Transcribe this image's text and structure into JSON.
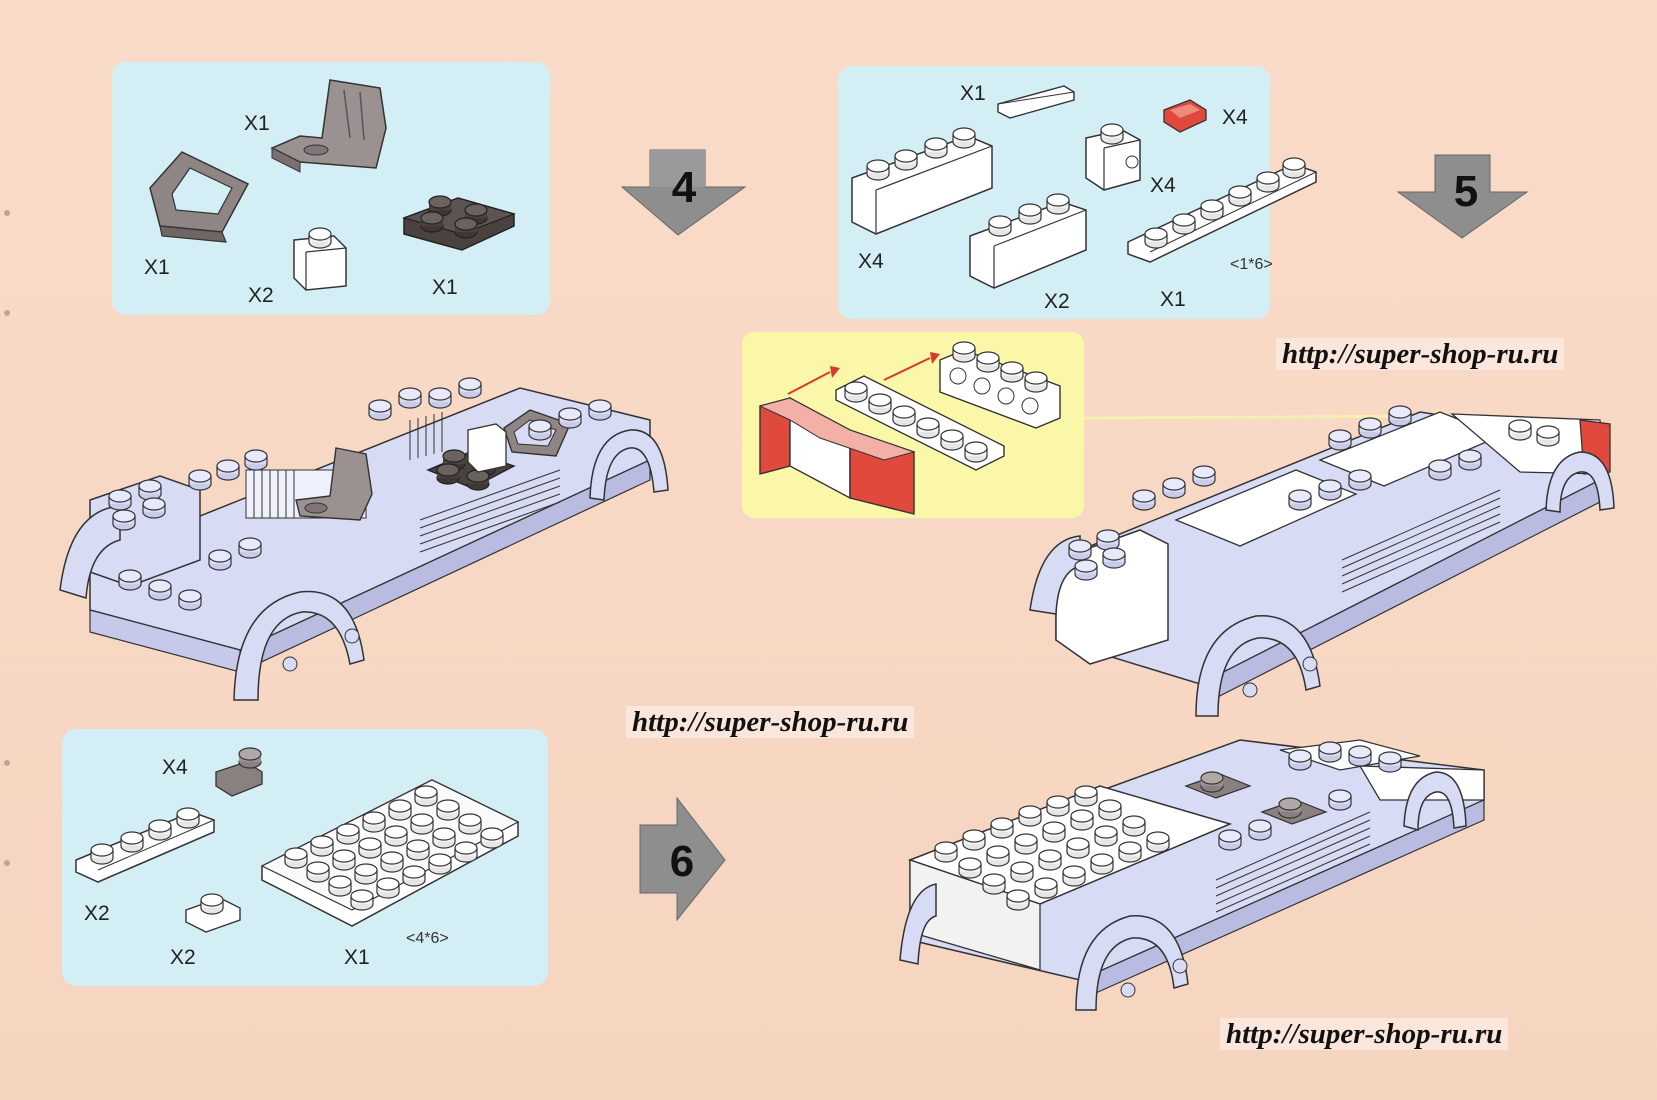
{
  "steps": {
    "step4": {
      "number": "4"
    },
    "step5": {
      "number": "5"
    },
    "step6": {
      "number": "6"
    }
  },
  "parts_box_4": {
    "qty_seat": "X1",
    "qty_windshield": "X1",
    "qty_brick_1x1": "X2",
    "qty_plate_2x2": "X1"
  },
  "parts_box_5": {
    "qty_tile": "X1",
    "qty_red_tile": "X4",
    "qty_brick_1x4": "X4",
    "qty_side_stud": "X4",
    "qty_brick_1x3": "X2",
    "qty_plate_1x6": "X1",
    "dim_plate": "<1*6>"
  },
  "parts_box_6": {
    "qty_clip": "X4",
    "qty_plate_1x4": "X2",
    "qty_plate_1x1": "X2",
    "qty_plate_4x6": "X1",
    "dim_plate": "<4*6>"
  },
  "watermarks": {
    "top_right": "http://super-shop-ru.ru",
    "middle": "http://super-shop-ru.ru",
    "bottom_right": "http://super-shop-ru.ru"
  },
  "colors": {
    "panel": "#d3eef4",
    "callout": "#fbf7a9",
    "arrow": "#8a8a8a",
    "brick_blue": "#d8dbf4",
    "brick_gray": "#9a9090",
    "brick_dark": "#5a524e",
    "red": "#e04a3c"
  }
}
